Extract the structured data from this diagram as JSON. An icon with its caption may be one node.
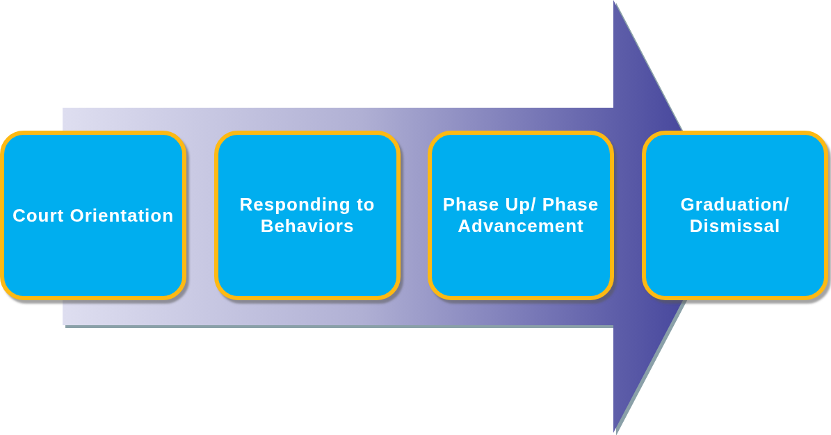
{
  "diagram": {
    "nodes": [
      {
        "text": [
          "Court Orientation"
        ]
      },
      {
        "text": [
          "Responding to Behaviors"
        ]
      },
      {
        "text": [
          "Phase Up/ Phase Advancement"
        ]
      },
      {
        "text": [
          "Graduation/ Dismissal"
        ]
      }
    ]
  }
}
